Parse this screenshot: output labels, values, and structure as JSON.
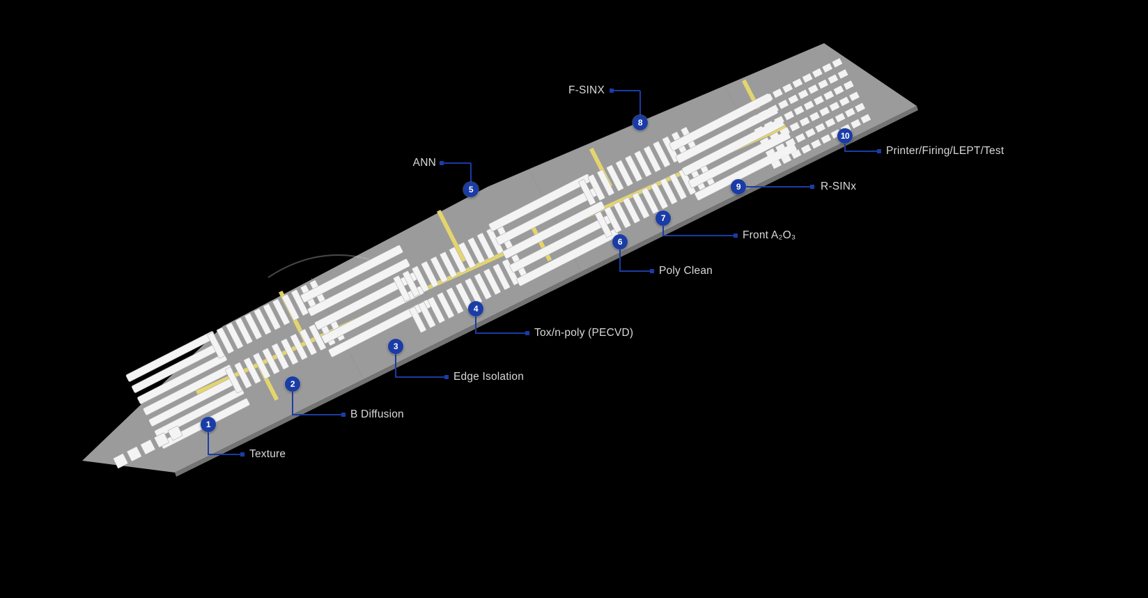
{
  "diagram": {
    "background": "#000000",
    "platform_color": "#9b9b9b",
    "lane_color": "#e8d96b",
    "equipment_color": "#f4f4f4",
    "accent_blue": "#1a3ca6",
    "label_color": "#d9d9d9"
  },
  "markers": [
    {
      "num": "1",
      "label": "Texture"
    },
    {
      "num": "2",
      "label": "B Diffusion"
    },
    {
      "num": "3",
      "label": "Edge Isolation"
    },
    {
      "num": "4",
      "label": "Tox/n-poly (PECVD)"
    },
    {
      "num": "5",
      "label": "ANN"
    },
    {
      "num": "6",
      "label": "Poly Clean"
    },
    {
      "num": "7",
      "label": "Front A₂O₃"
    },
    {
      "num": "8",
      "label": "F-SINX"
    },
    {
      "num": "9",
      "label": "R-SINx"
    },
    {
      "num": "10",
      "label": "Printer/Firing/LEPT/Test"
    }
  ]
}
